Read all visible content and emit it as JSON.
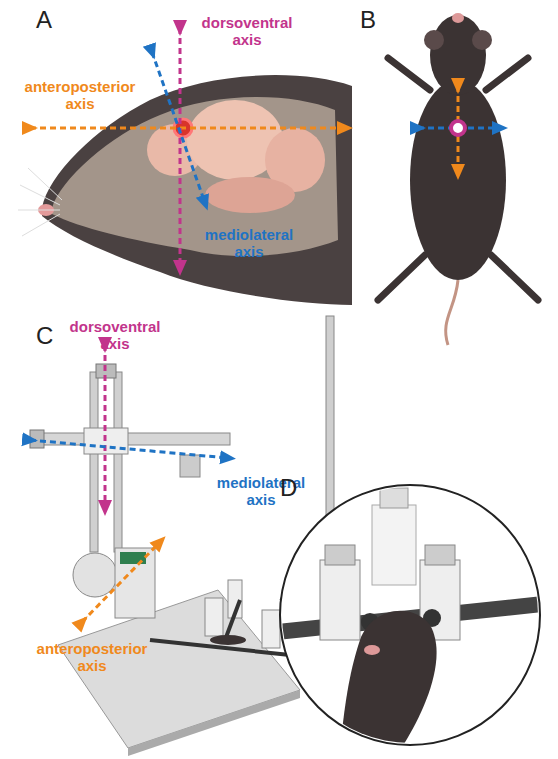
{
  "diagram": {
    "labels": [
      "A",
      "dorsoventral axis",
      "anteroposterior axis",
      "mediolateral axis",
      "B",
      "C",
      "dorsoventral axis",
      "mediolateral axis",
      "anteroposterior axis",
      "D"
    ]
  }
}
